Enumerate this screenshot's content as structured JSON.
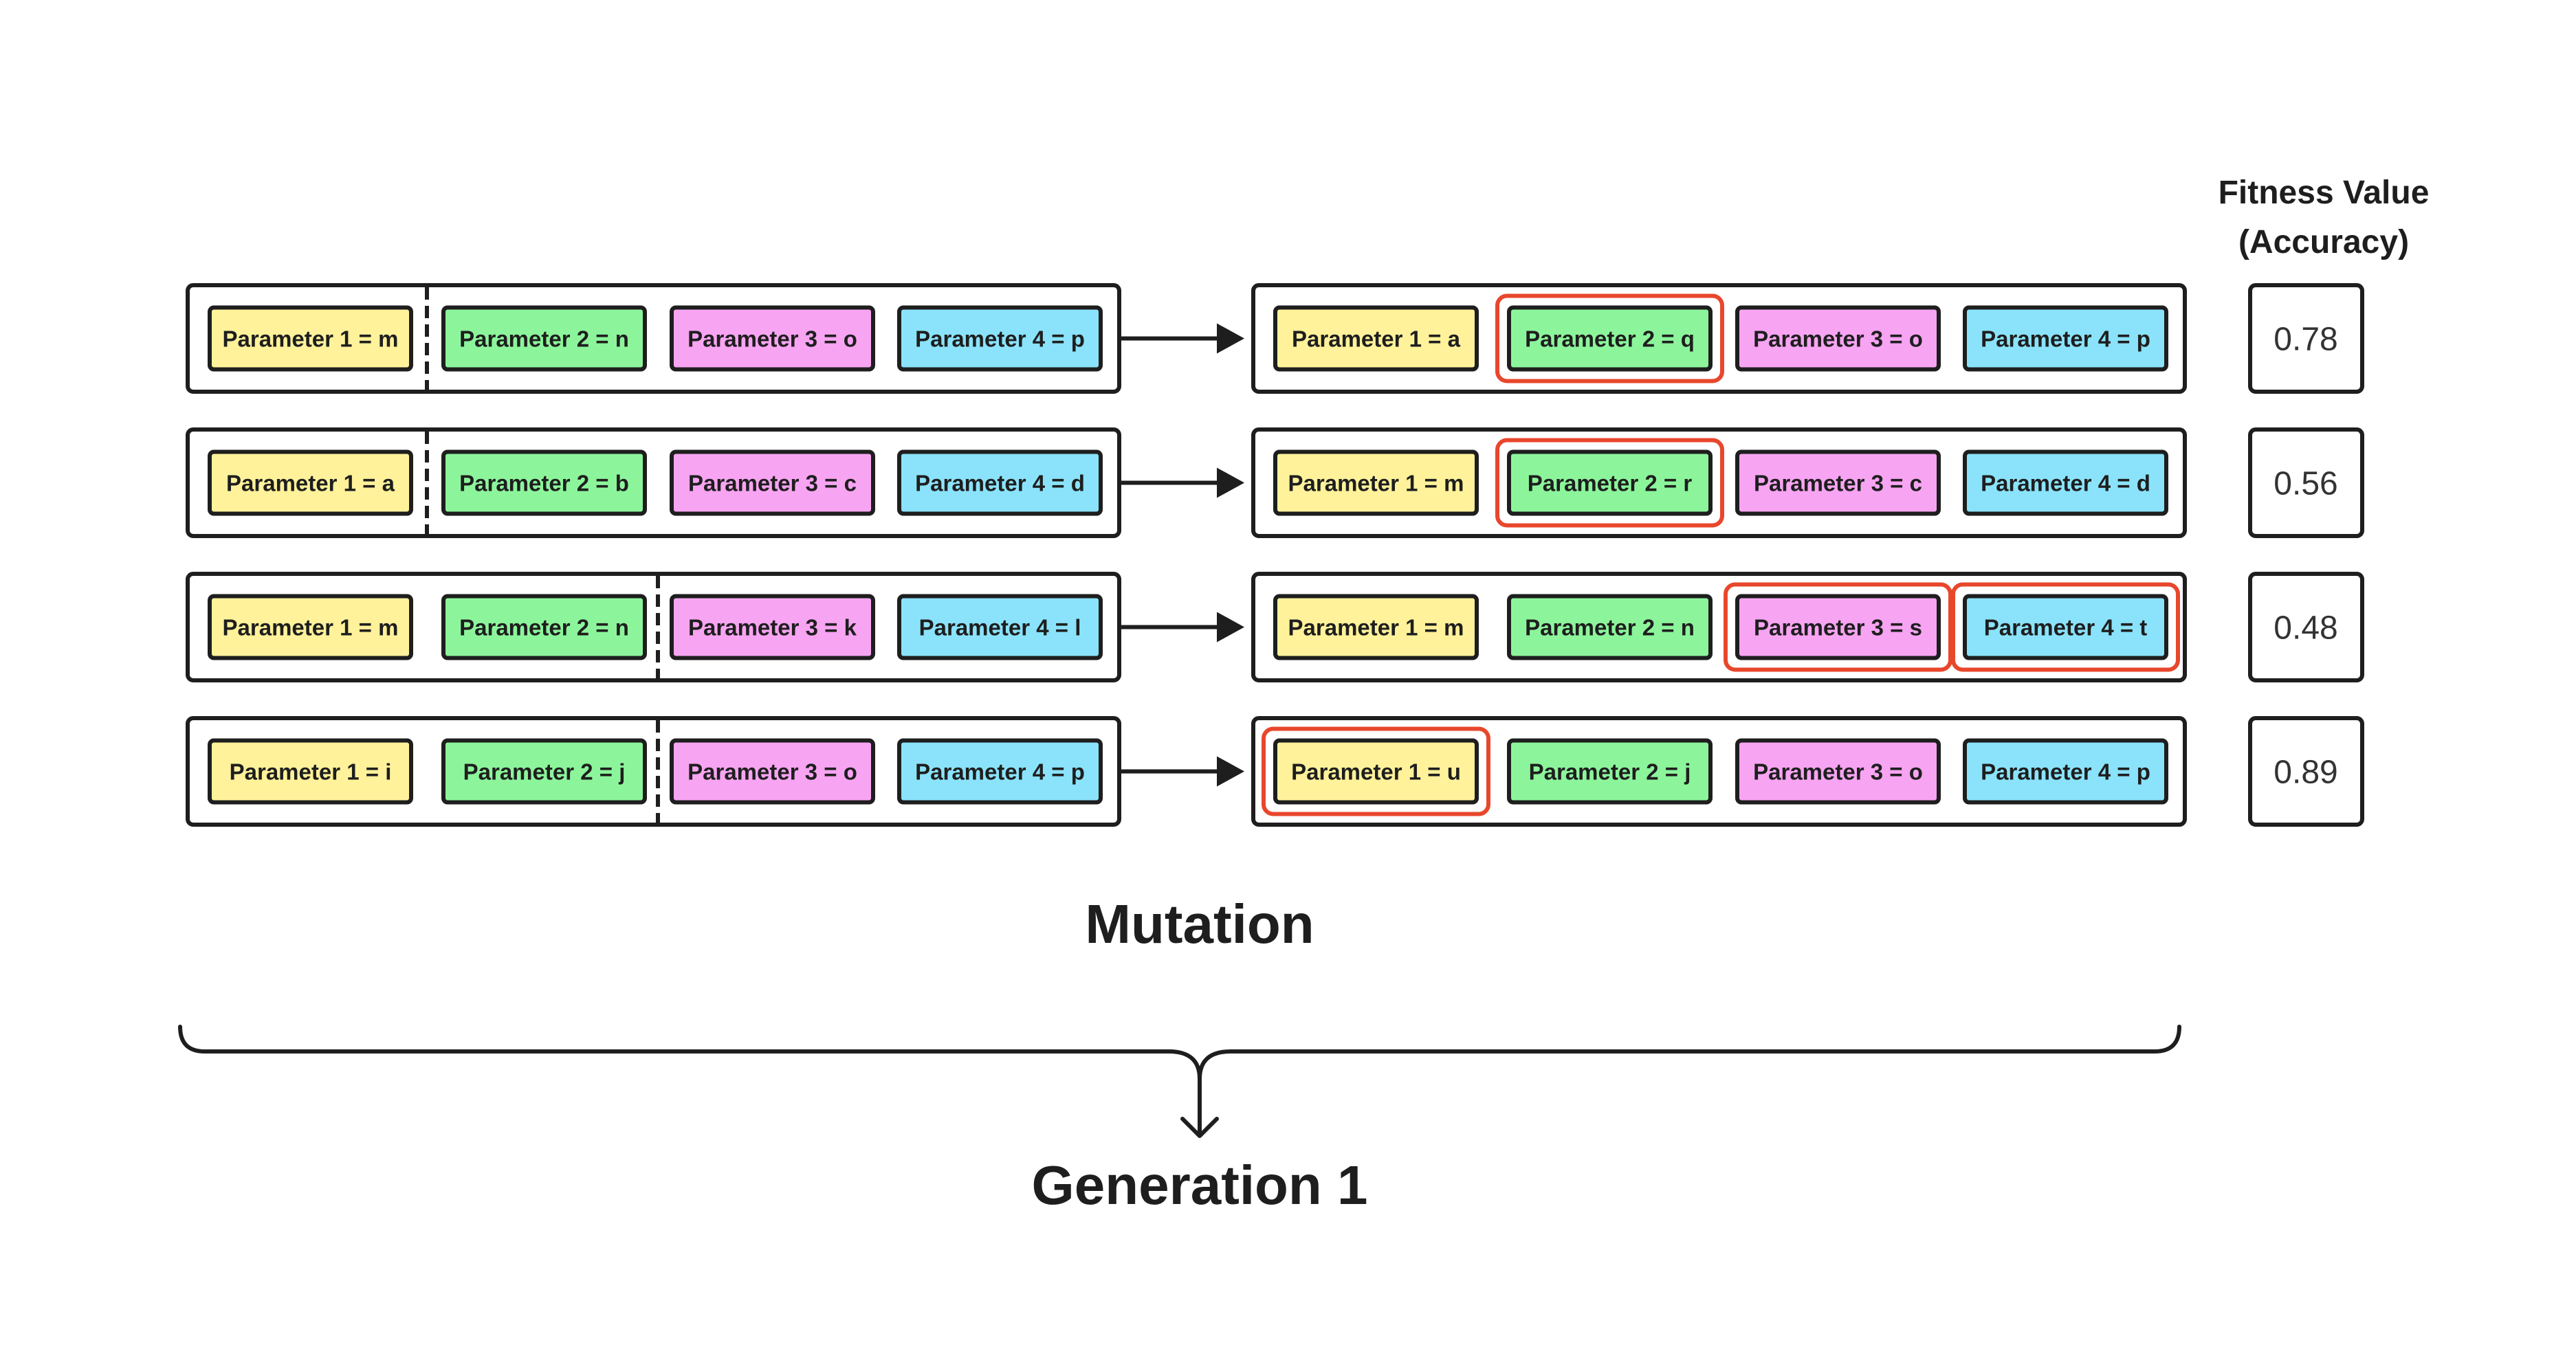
{
  "fitness_header": {
    "line1": "Fitness Value",
    "line2": "(Accuracy)"
  },
  "colors": {
    "param1": "#fff29a",
    "param2": "#8cf59b",
    "param3": "#f7a4f2",
    "param4": "#8ae3fb",
    "stroke": "#1e1e1e",
    "highlight": "#e8472c"
  },
  "rows": [
    {
      "before": [
        "Parameter 1 = m",
        "Parameter 2 = n",
        "Parameter 3 = o",
        "Parameter 4 = p"
      ],
      "split_after": 1,
      "after": [
        "Parameter 1 = a",
        "Parameter 2 = q",
        "Parameter 3 = o",
        "Parameter 4 = p"
      ],
      "mutated": [
        2
      ],
      "fitness": "0.78"
    },
    {
      "before": [
        "Parameter 1 = a",
        "Parameter 2 = b",
        "Parameter 3 = c",
        "Parameter 4 = d"
      ],
      "split_after": 1,
      "after": [
        "Parameter 1 = m",
        "Parameter 2 = r",
        "Parameter 3 = c",
        "Parameter 4 = d"
      ],
      "mutated": [
        2
      ],
      "fitness": "0.56"
    },
    {
      "before": [
        "Parameter 1 = m",
        "Parameter 2 = n",
        "Parameter 3 = k",
        "Parameter 4 = l"
      ],
      "split_after": 2,
      "after": [
        "Parameter 1 = m",
        "Parameter 2 = n",
        "Parameter 3 = s",
        "Parameter 4 = t"
      ],
      "mutated": [
        3,
        4
      ],
      "fitness": "0.48"
    },
    {
      "before": [
        "Parameter 1 = i",
        "Parameter 2 = j",
        "Parameter 3 = o",
        "Parameter 4 = p"
      ],
      "split_after": 2,
      "after": [
        "Parameter 1 = u",
        "Parameter 2 = j",
        "Parameter 3 = o",
        "Parameter 4 = p"
      ],
      "mutated": [
        1
      ],
      "fitness": "0.89"
    }
  ],
  "mutation_label": "Mutation",
  "generation_label": "Generation 1"
}
